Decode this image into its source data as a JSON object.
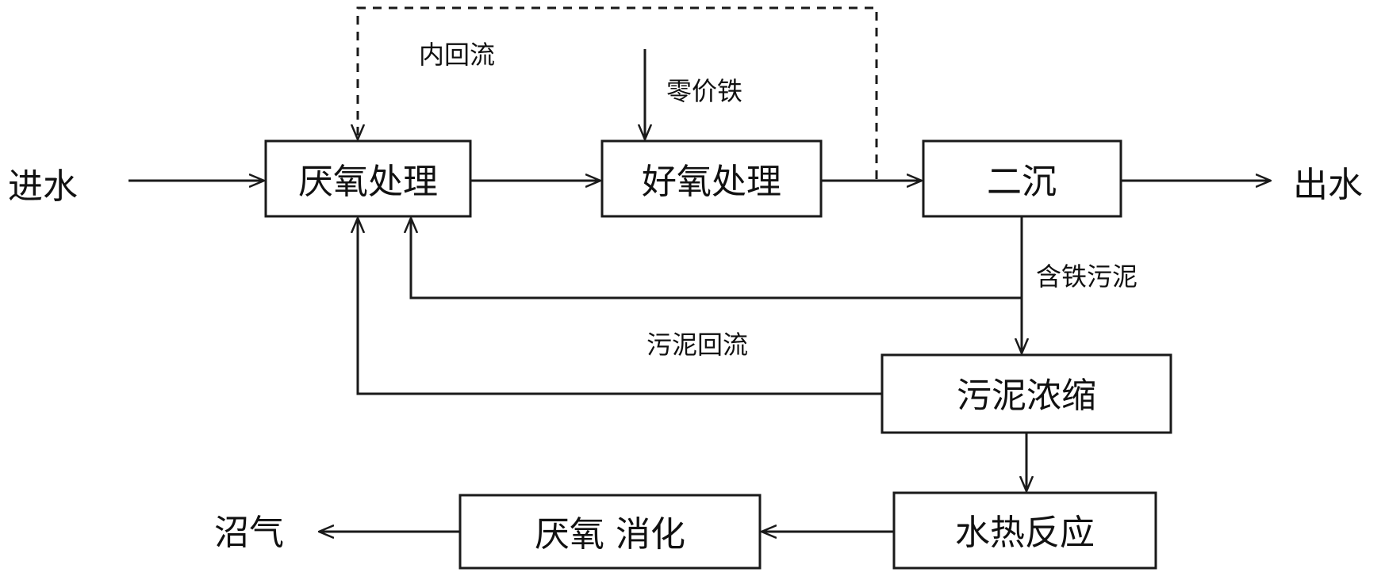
{
  "boxes": {
    "anaerobic": "厌氧处理",
    "aerobic": "好氧处理",
    "secondary": "二沉",
    "thickening": "污泥浓缩",
    "hydrothermal": "水热反应",
    "digestion": "厌氧 消化"
  },
  "terminals": {
    "inflow": "进水",
    "outflow": "出水",
    "biogas": "沼气"
  },
  "flow_labels": {
    "internal_reflux": "内回流",
    "zero_valent_iron": "零价铁",
    "iron_sludge": "含铁污泥",
    "sludge_reflux": "污泥回流"
  },
  "colors": {
    "stroke": "#1a1a1a",
    "text": "#111111",
    "background": "#ffffff"
  }
}
